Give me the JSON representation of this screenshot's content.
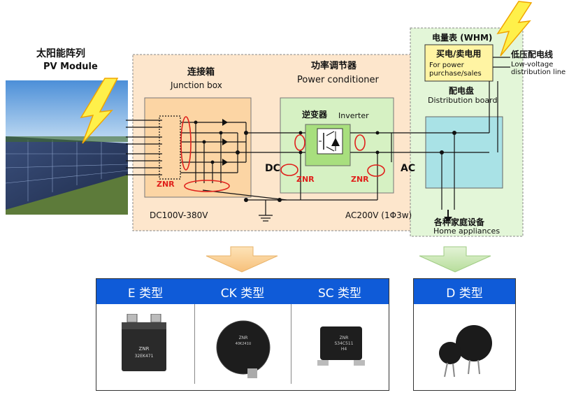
{
  "pv_module": {
    "title_cn": "太阳能阵列",
    "title_en": "PV Module"
  },
  "junction_box": {
    "title_cn": "连接箱",
    "title_en": "Junction box",
    "znr_label": "ZNR"
  },
  "power_conditioner": {
    "title_cn": "功率调节器",
    "title_en": "Power conditioner",
    "inverter_cn": "逆变器",
    "inverter_en": "Inverter",
    "znr_left": "ZNR",
    "znr_right": "ZNR"
  },
  "labels": {
    "dc": "DC",
    "ac": "AC",
    "dc_voltage": "DC100V-380V",
    "ac_voltage": "AC200V (1Φ3w)"
  },
  "meter": {
    "title": "电量表 (WHM)",
    "box_cn": "买电/卖电用",
    "box_en": "For power purchase/sales"
  },
  "low_voltage_line": {
    "cn": "低压配电线",
    "en": "Low-voltage distribution line"
  },
  "distribution_board": {
    "cn": "配电盘",
    "en": "Distribution board"
  },
  "home_appliances": {
    "cn": "各种家庭设备",
    "en": "Home appliances"
  },
  "products": [
    {
      "name": "E 类型",
      "marking": "ZNR\n32EK471"
    },
    {
      "name": "CK 类型",
      "marking": "ZNR\n40K241U"
    },
    {
      "name": "SC 类型",
      "marking": "ZNR\nS34C511\nH4"
    },
    {
      "name": "D 类型",
      "marking": ""
    }
  ],
  "colors": {
    "peach_panel": "#fde6cc",
    "green_panel": "#e3f6d8",
    "inverter_green": "#a8df7e",
    "dist_board": "#a9e2e6",
    "meter_yellow": "#fff4a3",
    "header_blue": "#0f5bd8",
    "znr_red": "#e0201b",
    "arrow_orange": "#fcd79c",
    "arrow_green": "#cfe9b9"
  }
}
